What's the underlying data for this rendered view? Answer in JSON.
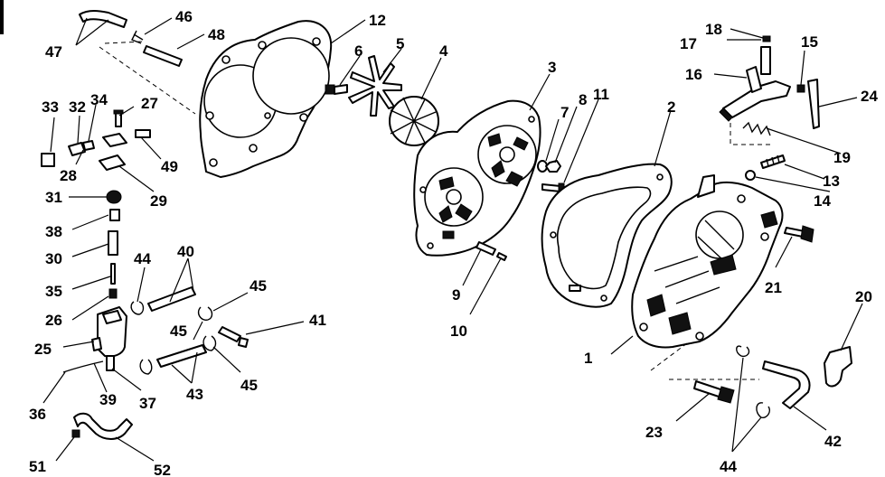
{
  "callouts": {
    "c1": "1",
    "c2": "2",
    "c3": "3",
    "c4": "4",
    "c5": "5",
    "c6": "6",
    "c7": "7",
    "c8": "8",
    "c9": "9",
    "c10": "10",
    "c11": "11",
    "c12": "12",
    "c13": "13",
    "c14": "14",
    "c15": "15",
    "c16": "16",
    "c17": "17",
    "c18": "18",
    "c19": "19",
    "c20": "20",
    "c21": "21",
    "c23": "23",
    "c24": "24",
    "c25": "25",
    "c26": "26",
    "c27": "27",
    "c28": "28",
    "c29": "29",
    "c30": "30",
    "c31": "31",
    "c32": "32",
    "c33": "33",
    "c34": "34",
    "c35": "35",
    "c36": "36",
    "c37": "37",
    "c38": "38",
    "c39": "39",
    "c40": "40",
    "c41": "41",
    "c42": "42",
    "c43": "43",
    "c44a": "44",
    "c44b": "44",
    "c45a": "45",
    "c45b": "45",
    "c45c": "45",
    "c46": "46",
    "c47": "47",
    "c48": "48",
    "c49": "49",
    "c51": "51",
    "c52": "52"
  }
}
